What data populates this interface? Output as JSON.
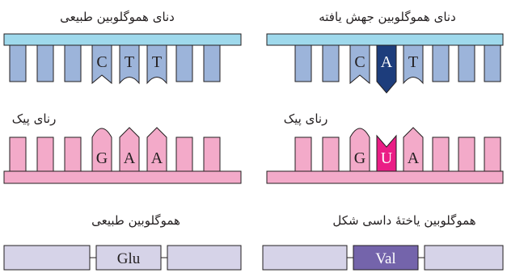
{
  "normal": {
    "dna_title": "دنای هموگلوبین طبیعی",
    "rna_title": "رنای پیک",
    "protein_title": "هموگلوبین طبیعی",
    "dna_bases": [
      "C",
      "T",
      "T"
    ],
    "rna_bases": [
      "G",
      "A",
      "A"
    ],
    "amino_acid": "Glu"
  },
  "mutant": {
    "dna_title": "دنای هموگلوبین جهش یافته",
    "rna_title": "رنای پیک",
    "protein_title": "هموگلوبین یاختهٔ داسی شکل",
    "dna_bases": [
      "C",
      "A",
      "T"
    ],
    "rna_bases": [
      "G",
      "U",
      "A"
    ],
    "amino_acid": "Val"
  },
  "colors": {
    "dna_backbone": "#9fd9ec",
    "dna_tooth": "#9cb4da",
    "dna_mutant_tooth": "#1d3d7c",
    "rna_color": "#f3aac9",
    "rna_mutant_color": "#ea1e86",
    "protein_segment": "#d6d3e8",
    "protein_mutant_segment": "#7464ab",
    "outline": "#231f20"
  }
}
